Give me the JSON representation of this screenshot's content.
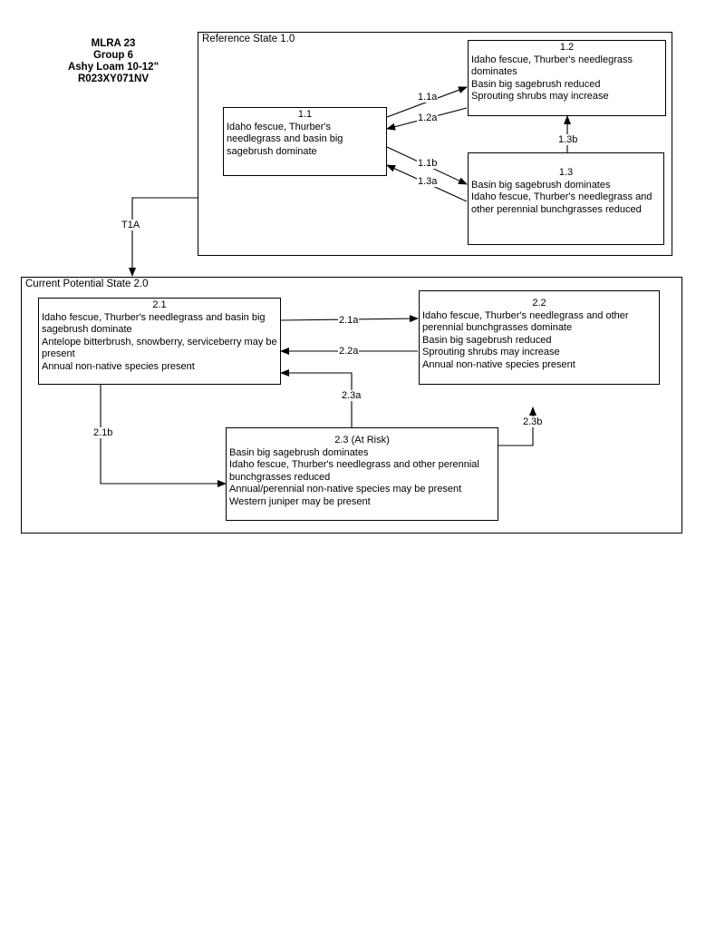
{
  "title_lines": [
    "MLRA 23",
    "Group 6",
    "Ashy Loam 10-12\"",
    "R023XY071NV"
  ],
  "reference_state": {
    "label": "Reference State 1.0",
    "boxes": {
      "b11": {
        "num": "1.1",
        "lines": [
          "Idaho fescue, Thurber's needlegrass and basin big sagebrush dominate"
        ]
      },
      "b12": {
        "num": "1.2",
        "lines": [
          "Idaho fescue, Thurber's needlegrass dominates",
          "Basin big sagebrush reduced",
          "Sprouting shrubs may increase"
        ]
      },
      "b13": {
        "num": "1.3",
        "lines": [
          "Basin big sagebrush dominates",
          "Idaho fescue, Thurber's needlegrass and other perennial bunchgrasses reduced"
        ]
      }
    }
  },
  "current_state": {
    "label": "Current Potential State 2.0",
    "boxes": {
      "b21": {
        "num": "2.1",
        "lines": [
          "Idaho fescue, Thurber's needlegrass and basin big sagebrush dominate",
          "Antelope bitterbrush, snowberry, serviceberry may be present",
          "Annual non-native species present"
        ]
      },
      "b22": {
        "num": "2.2",
        "lines": [
          "Idaho fescue, Thurber's needlegrass and other perennial bunchgrasses dominate",
          "Basin big sagebrush reduced",
          "Sprouting shrubs may increase",
          "Annual non-native species present"
        ]
      },
      "b23": {
        "num": "2.3 (At Risk)",
        "lines": [
          "Basin big sagebrush dominates",
          "Idaho fescue, Thurber's needlegrass and other perennial bunchgrasses reduced",
          "Annual/perennial non-native species may be present",
          "Western juniper may be present"
        ]
      }
    }
  },
  "transitions": {
    "t11a": "1.1a",
    "t12a": "1.2a",
    "t11b": "1.1b",
    "t13a": "1.3a",
    "t13b": "1.3b",
    "t1A": "T1A",
    "t21a": "2.1a",
    "t22a": "2.2a",
    "t23a": "2.3a",
    "t21b": "2.1b",
    "t23b": "2.3b"
  }
}
